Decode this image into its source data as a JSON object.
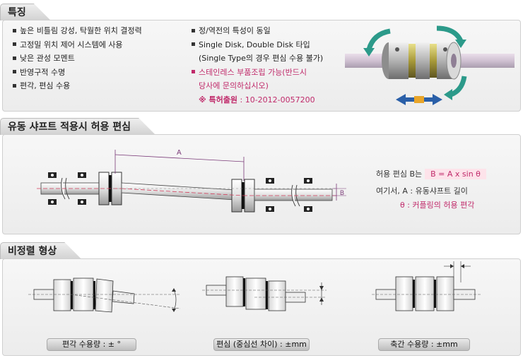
{
  "sections": {
    "features": {
      "title": "특징",
      "left_items": [
        "높은 비틀림 강성, 탁월한 위치 결정력",
        "고정밀 위치 제어 시스템에 사용",
        "낮은 관성 모멘트",
        "반영구적 수명",
        "편각, 편심 수용"
      ],
      "right_items": [
        "정/역전의 특성이 동일",
        "Single Disk, Double Disk 타입",
        "(Single Type의 경우 편심 수용 불가)",
        "스테인레스 부품조립 가능(반드시",
        "당사에 문의하십시오)"
      ],
      "patent_label": "※ 특허출원",
      "patent_value": " : 10-2012-0057200"
    },
    "offset": {
      "title": "유동 샤프트 적용시 허용 편심",
      "dim_a": "A",
      "dim_b": "B",
      "formula_label": "허용 편심 B는",
      "formula": "B = A x sin θ",
      "where_text": "여기서, A : 유동샤프트 길이",
      "theta_text": "θ  : 커플링의 허용 편각"
    },
    "misalignment": {
      "title": "비정렬 형상",
      "labels": [
        "편각 수용량 : ± °",
        "편심 (중심선 차이) : ±mm",
        "축간 수용량 : ±mm"
      ]
    }
  },
  "colors": {
    "accent": "#c02a6a",
    "arrow_green": "#2c9a8a",
    "arrow_blue": "#2a5fa8",
    "disc_gold": "#a89a3a"
  }
}
